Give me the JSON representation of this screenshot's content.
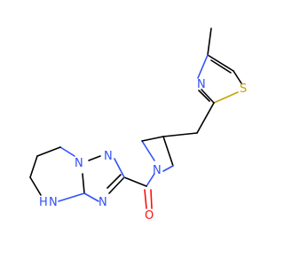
{
  "colors": {
    "nitrogen": "#3050F8",
    "sulfur": "#C8A000",
    "oxygen": "#FF0D0D",
    "carbon": "#000000",
    "background": "#FFFFFF"
  },
  "atom_labels": {
    "thiazole_n": "N",
    "thiazole_s": "S",
    "pyrrolidine_n": "N",
    "triazole_n1": "N",
    "triazole_n2": "N",
    "triazole_n3": "N",
    "amine_n": "N",
    "amine_h": "H",
    "carbonyl_o": "O"
  }
}
